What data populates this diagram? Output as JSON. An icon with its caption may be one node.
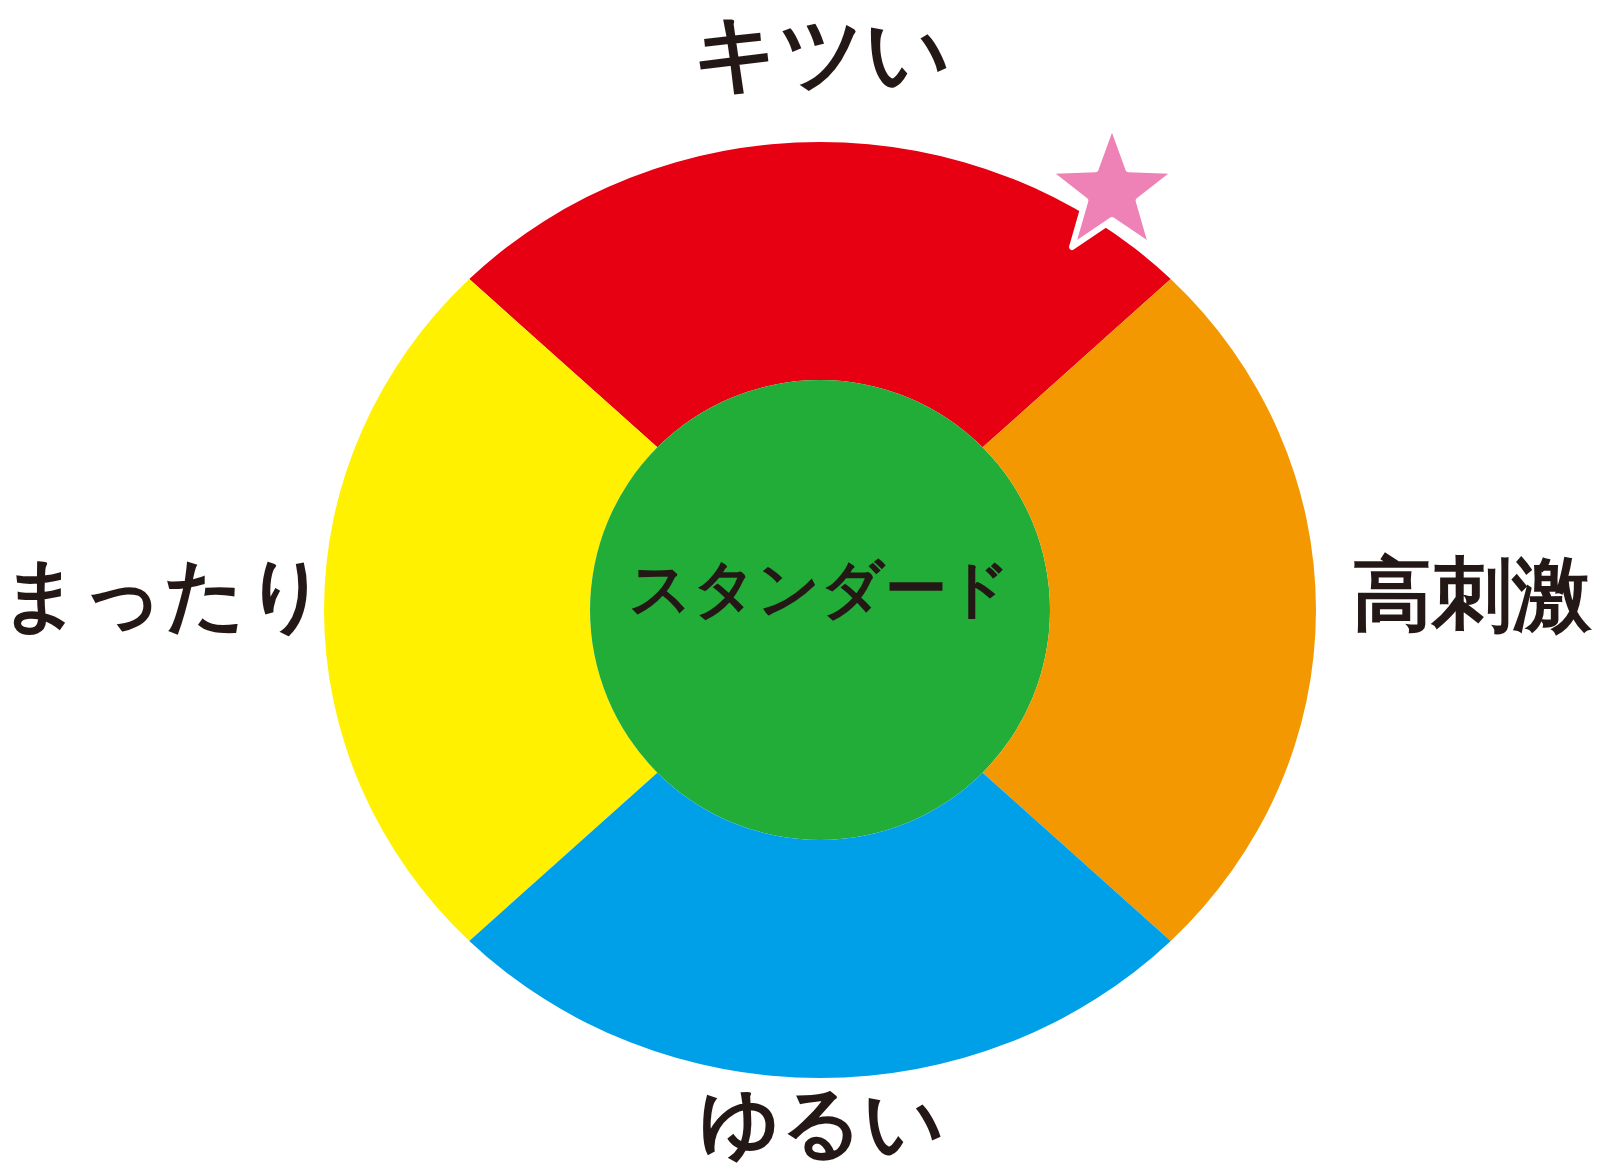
{
  "diagram": {
    "nodes": [
      {
        "text": [
          "キツい"
        ]
      },
      {
        "text": [
          "まったり"
        ]
      },
      {
        "text": [
          "スタンダード"
        ]
      },
      {
        "text": [
          "高刺激"
        ]
      },
      {
        "text": [
          "ゆるい"
        ]
      }
    ]
  }
}
